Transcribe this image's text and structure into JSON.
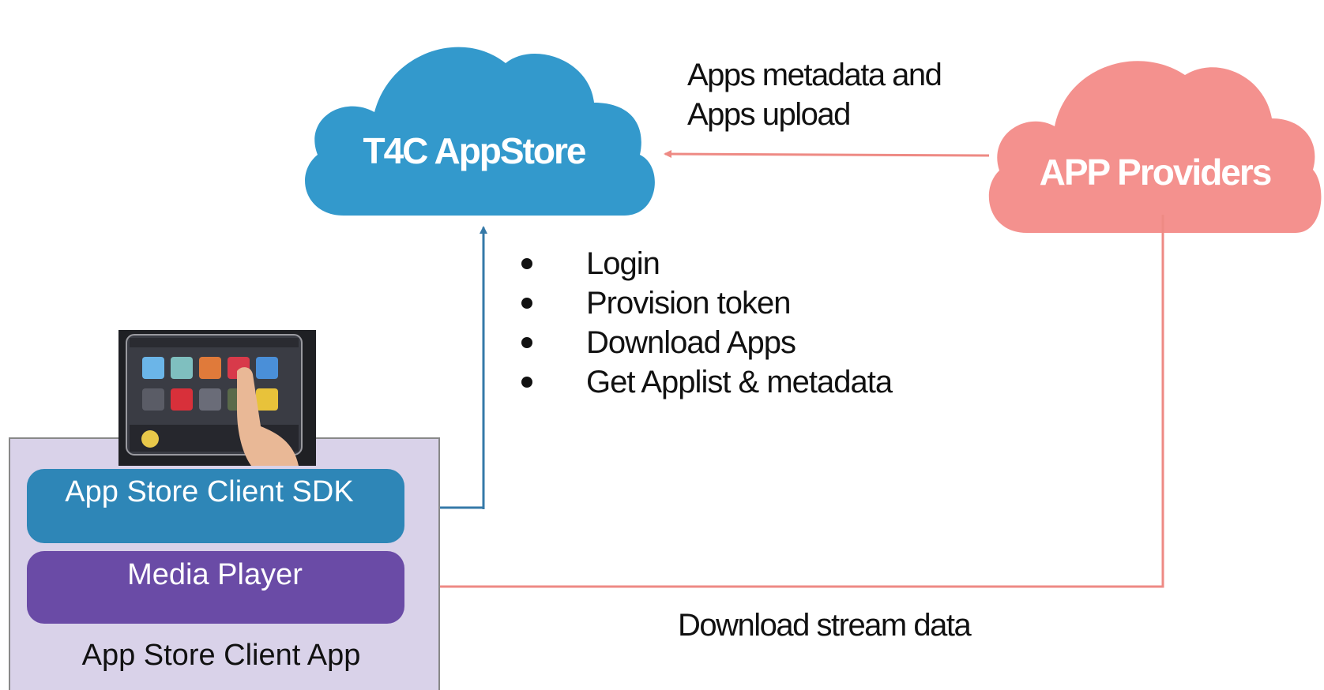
{
  "nodes": {
    "appstore": {
      "label": "T4C AppStore"
    },
    "providers": {
      "label": "APP Providers"
    },
    "client_app": {
      "label": "App Store Client App"
    },
    "sdk": {
      "label": "App Store Client SDK"
    },
    "media_player": {
      "label": "Media Player"
    }
  },
  "edges": {
    "provider_to_appstore": {
      "label_lines": [
        "Apps metadata and",
        "Apps upload"
      ]
    },
    "provider_to_media_player": {
      "label": "Download stream data"
    },
    "sdk_to_appstore": {
      "items": [
        "Login",
        "Provision token",
        "Download Apps",
        "Get Applist &  metadata"
      ]
    }
  },
  "colors": {
    "appstore_cloud": "#3399CC",
    "providers_cloud": "#F4918E",
    "client_app_bg": "#D9D2E9",
    "client_app_border": "#888888",
    "sdk_bg": "#2E86B7",
    "media_player_bg": "#6A4BA6",
    "arrow_blue": "#3579A8",
    "arrow_pink": "#EE8A84"
  },
  "images": {
    "screen": {
      "icon": "touchscreen-device-photo"
    }
  }
}
